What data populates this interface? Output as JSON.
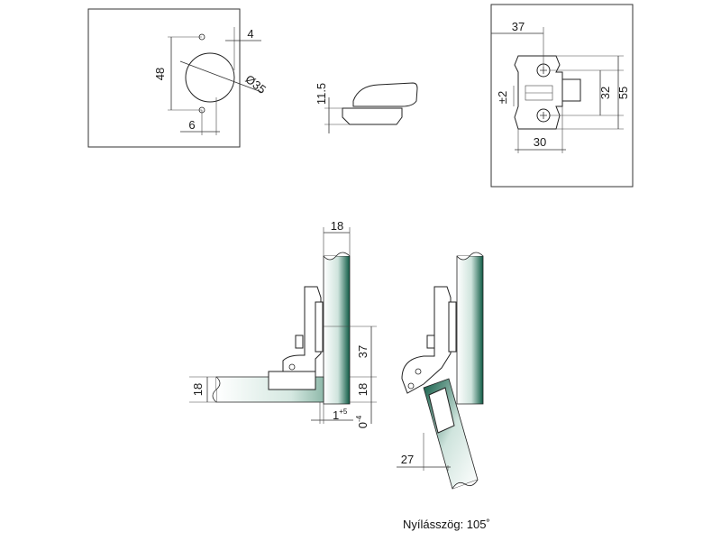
{
  "drilling_plan": {
    "dim_spacing": "48",
    "dim_edge": "4",
    "dim_cup": "Ø35",
    "dim_offset": "6"
  },
  "hinge_side": {
    "dim_height": "11.5"
  },
  "mounting_plate": {
    "dim_width": "37",
    "dim_adjust": "±2",
    "dim_hole_spacing": "32",
    "dim_height": "55",
    "dim_plate": "30"
  },
  "closed_view": {
    "dim_panel_top": "18",
    "dim_panel_left": "18",
    "dim_height": "37",
    "dim_thickness": "18",
    "dim_gap_base": "1",
    "dim_gap_sup": "+5",
    "dim_overlay_base": "0",
    "dim_overlay_sup": "-4"
  },
  "open_view": {
    "dim_clearance": "27"
  },
  "caption": "Nyílásszög: 105˚"
}
